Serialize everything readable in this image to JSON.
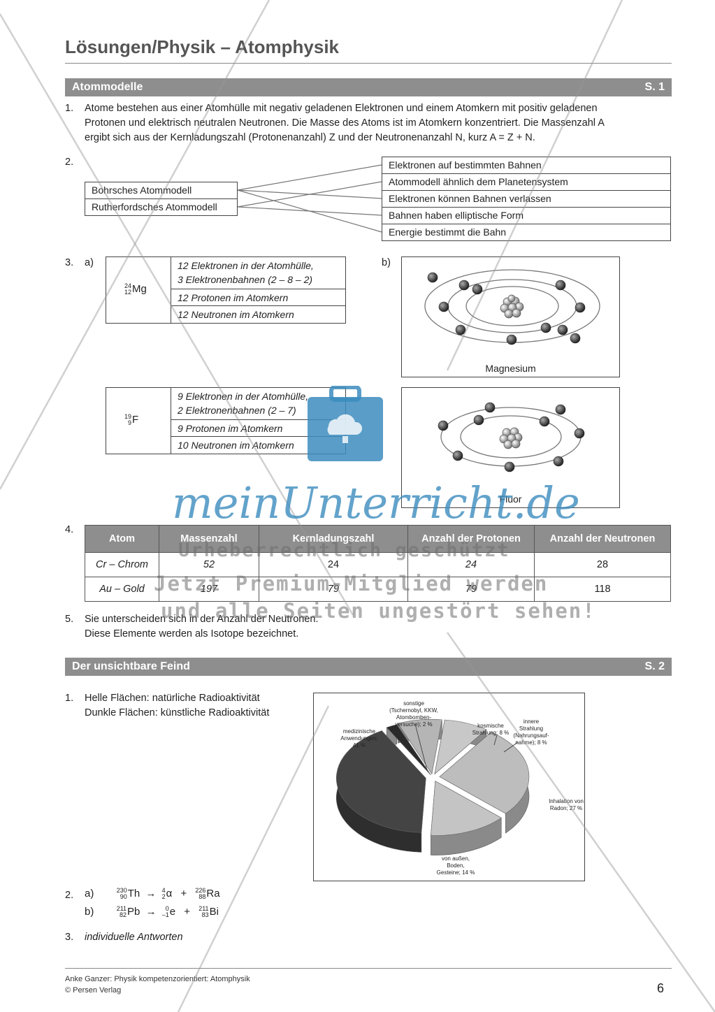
{
  "page": {
    "title": "Lösungen/Physik – Atomphysik",
    "page_number": "6"
  },
  "section1": {
    "title": "Atommodelle",
    "page_ref": "S. 1"
  },
  "q1": {
    "number": "1.",
    "line1": "Atome bestehen aus einer Atomhülle mit negativ geladenen Elektronen und einem Atomkern mit positiv geladenen",
    "line2": "Protonen und elektrisch neutralen Neutronen. Die Masse des Atoms ist im Atomkern konzentriert. Die Massenzahl A",
    "line3": "ergibt sich aus der Kernladungszahl (Protonenanzahl) Z und der Neutronenanzahl N, kurz A = Z + N."
  },
  "q2": {
    "number": "2.",
    "models": [
      "Bohrsches Atommodell",
      "Rutherfordsches Atommodell"
    ],
    "properties": [
      "Elektronen auf bestimmten Bahnen",
      "Atommodell ähnlich dem Planetensystem",
      "Elektronen können Bahnen verlassen",
      "Bahnen haben elliptische Form",
      "Energie bestimmt die Bahn"
    ]
  },
  "q3": {
    "number": "3.",
    "part_a": "a)",
    "part_b": "b)",
    "mg": {
      "mass": "24",
      "z": "12",
      "symbol": "Mg",
      "rows": [
        "12 Elektronen in der Atomhülle,",
        "3 Elektronenbahnen (2 – 8 – 2)",
        "12 Protonen im Atomkern",
        "12 Neutronen im Atomkern"
      ],
      "diagram_label": "Magnesium"
    },
    "f": {
      "mass": "19",
      "z": "9",
      "symbol": "F",
      "rows": [
        "9 Elektronen in der Atomhülle,",
        "2 Elektronenbahnen (2 – 7)",
        "9 Protonen im Atomkern",
        "10 Neutronen im Atomkern"
      ],
      "diagram_label": "Fluor"
    }
  },
  "q4": {
    "number": "4.",
    "headers": [
      "Atom",
      "Massenzahl",
      "Kernladungszahl",
      "Anzahl der Protonen",
      "Anzahl der Neutronen"
    ],
    "rows": [
      [
        "Cr – Chrom",
        "52",
        "24",
        "24",
        "28"
      ],
      [
        "Au – Gold",
        "197",
        "79",
        "79",
        "118"
      ]
    ]
  },
  "q5": {
    "number": "5.",
    "line1": "Sie unterscheiden sich in der Anzahl der Neutronen.",
    "line2": "Diese Elemente werden als Isotope bezeichnet."
  },
  "section2": {
    "title": "Der unsichtbare Feind",
    "page_ref": "S. 2"
  },
  "s2q1": {
    "number": "1.",
    "line1": "Helle Flächen: natürliche Radioaktivität",
    "line2": "Dunkle Flächen: künstliche Radioaktivität"
  },
  "chart_data": {
    "type": "pie",
    "categories": [
      "medizinische Anwendungen",
      "sonstige (Tschernobyl, KKW, Atombombenversuche)",
      "kosmische Strahlung",
      "innere Strahlung (Nahrungsaufnahme)",
      "Inhalation von Radon",
      "von außen, Boden, Gesteine"
    ],
    "values": [
      41,
      2,
      8,
      8,
      27,
      14
    ],
    "labels": [
      [
        "medizinische",
        "Anwendungen;",
        "41 %"
      ],
      [
        "sonstige",
        "(Tschernobyl, KKW,",
        "Atombomben-",
        "versuche); 2 %"
      ],
      [
        "kosmische",
        "Strahlung; 8 %"
      ],
      [
        "innere",
        "Strahlung",
        "(Nahrungsauf-",
        "nahme); 8 %"
      ],
      [
        "Inhalation von",
        "Radon; 27 %"
      ],
      [
        "von außen,",
        "Boden,",
        "Gesteine; 14 %"
      ]
    ],
    "colors": [
      "#444444",
      "#2a2a2a",
      "#b5b5b5",
      "#c8c8c8",
      "#bdbdbd",
      "#c4c4c4"
    ]
  },
  "s2q2": {
    "number": "2.",
    "a": {
      "label": "a)",
      "from": {
        "mass": "230",
        "z": "90",
        "sym": "Th"
      },
      "p1": {
        "mass": "4",
        "z": "2",
        "sym": "α"
      },
      "p2": {
        "mass": "226",
        "z": "88",
        "sym": "Ra"
      }
    },
    "b": {
      "label": "b)",
      "from": {
        "mass": "211",
        "z": "82",
        "sym": "Pb"
      },
      "p1": {
        "mass": "0",
        "z": "–1",
        "sym": "e"
      },
      "p2": {
        "mass": "211",
        "z": "83",
        "sym": "Bi"
      }
    },
    "arrow": "→",
    "plus": "+"
  },
  "s2q3": {
    "number": "3.",
    "text": "individuelle Antworten"
  },
  "footer": {
    "line1": "Anke Ganzer: Physik kompetenzorientiert: Atomphysik",
    "line2": "© Persen Verlag"
  },
  "watermark": {
    "brand": "meinUnterricht.de",
    "line1": "Urheberrechtlich geschützt",
    "line2": "Jetzt Premium-Mitglied werden",
    "line3": "und alle Seiten ungestört sehen!"
  }
}
